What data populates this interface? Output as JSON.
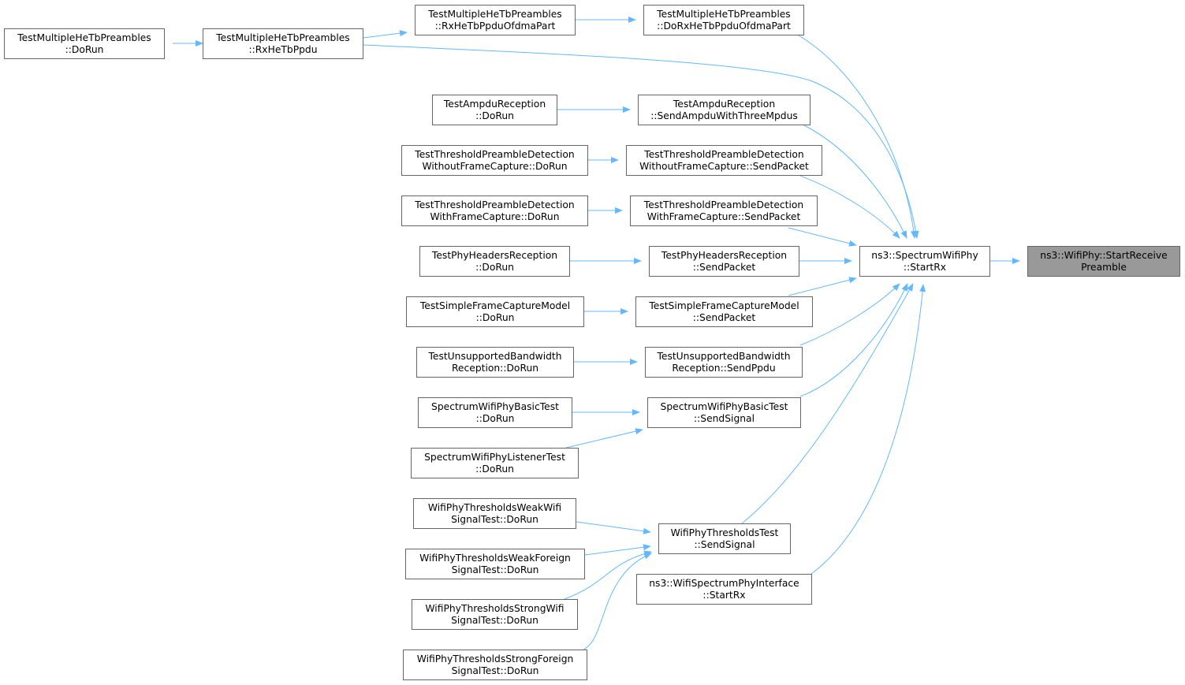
{
  "colors": {
    "edge": "#63b8ff",
    "border": "#666666",
    "focus_fill": "#999999",
    "node_fill": "#ffffff",
    "text": "#000000"
  },
  "nodes": {
    "mhe_dorun": {
      "line1": "TestMultipleHeTbPreambles",
      "line2": "::DoRun"
    },
    "mhe_rxppdu": {
      "line1": "TestMultipleHeTbPreambles",
      "line2": "::RxHeTbPpdu"
    },
    "mhe_rxofdma": {
      "line1": "TestMultipleHeTbPreambles",
      "line2": "::RxHeTbPpduOfdmaPart"
    },
    "mhe_dorxofdma": {
      "line1": "TestMultipleHeTbPreambles",
      "line2": "::DoRxHeTbPpduOfdmaPart"
    },
    "ampdu_dorun": {
      "line1": "TestAmpduReception",
      "line2": "::DoRun"
    },
    "ampdu_send": {
      "line1": "TestAmpduReception",
      "line2": "::SendAmpduWithThreeMpdus"
    },
    "tpd_wo_dorun": {
      "line1": "TestThresholdPreambleDetection",
      "line2": "WithoutFrameCapture::DoRun"
    },
    "tpd_wo_send": {
      "line1": "TestThresholdPreambleDetection",
      "line2": "WithoutFrameCapture::SendPacket"
    },
    "tpd_w_dorun": {
      "line1": "TestThresholdPreambleDetection",
      "line2": "WithFrameCapture::DoRun"
    },
    "tpd_w_send": {
      "line1": "TestThresholdPreambleDetection",
      "line2": "WithFrameCapture::SendPacket"
    },
    "phr_dorun": {
      "line1": "TestPhyHeadersReception",
      "line2": "::DoRun"
    },
    "phr_send": {
      "line1": "TestPhyHeadersReception",
      "line2": "::SendPacket"
    },
    "sfc_dorun": {
      "line1": "TestSimpleFrameCaptureModel",
      "line2": "::DoRun"
    },
    "sfc_send": {
      "line1": "TestSimpleFrameCaptureModel",
      "line2": "::SendPacket"
    },
    "ubw_dorun": {
      "line1": "TestUnsupportedBandwidth",
      "line2": "Reception::DoRun"
    },
    "ubw_send": {
      "line1": "TestUnsupportedBandwidth",
      "line2": "Reception::SendPpdu"
    },
    "swb_dorun": {
      "line1": "SpectrumWifiPhyBasicTest",
      "line2": "::DoRun"
    },
    "swb_send": {
      "line1": "SpectrumWifiPhyBasicTest",
      "line2": "::SendSignal"
    },
    "swl_dorun": {
      "line1": "SpectrumWifiPhyListenerTest",
      "line2": "::DoRun"
    },
    "wtw_dorun": {
      "line1": "WifiPhyThresholdsWeakWifi",
      "line2": "SignalTest::DoRun"
    },
    "wtf_dorun": {
      "line1": "WifiPhyThresholdsWeakForeign",
      "line2": "SignalTest::DoRun"
    },
    "wsw_dorun": {
      "line1": "WifiPhyThresholdsStrongWifi",
      "line2": "SignalTest::DoRun"
    },
    "wsf_dorun": {
      "line1": "WifiPhyThresholdsStrongForeign",
      "line2": "SignalTest::DoRun"
    },
    "wt_send": {
      "line1": "WifiPhyThresholdsTest",
      "line2": "::SendSignal"
    },
    "wspi_startrx": {
      "line1": "ns3::WifiSpectrumPhyInterface",
      "line2": "::StartRx"
    },
    "swp_startrx": {
      "line1": "ns3::SpectrumWifiPhy",
      "line2": "::StartRx"
    },
    "focus": {
      "line1": "ns3::WifiPhy::StartReceive",
      "line2": "Preamble"
    }
  }
}
